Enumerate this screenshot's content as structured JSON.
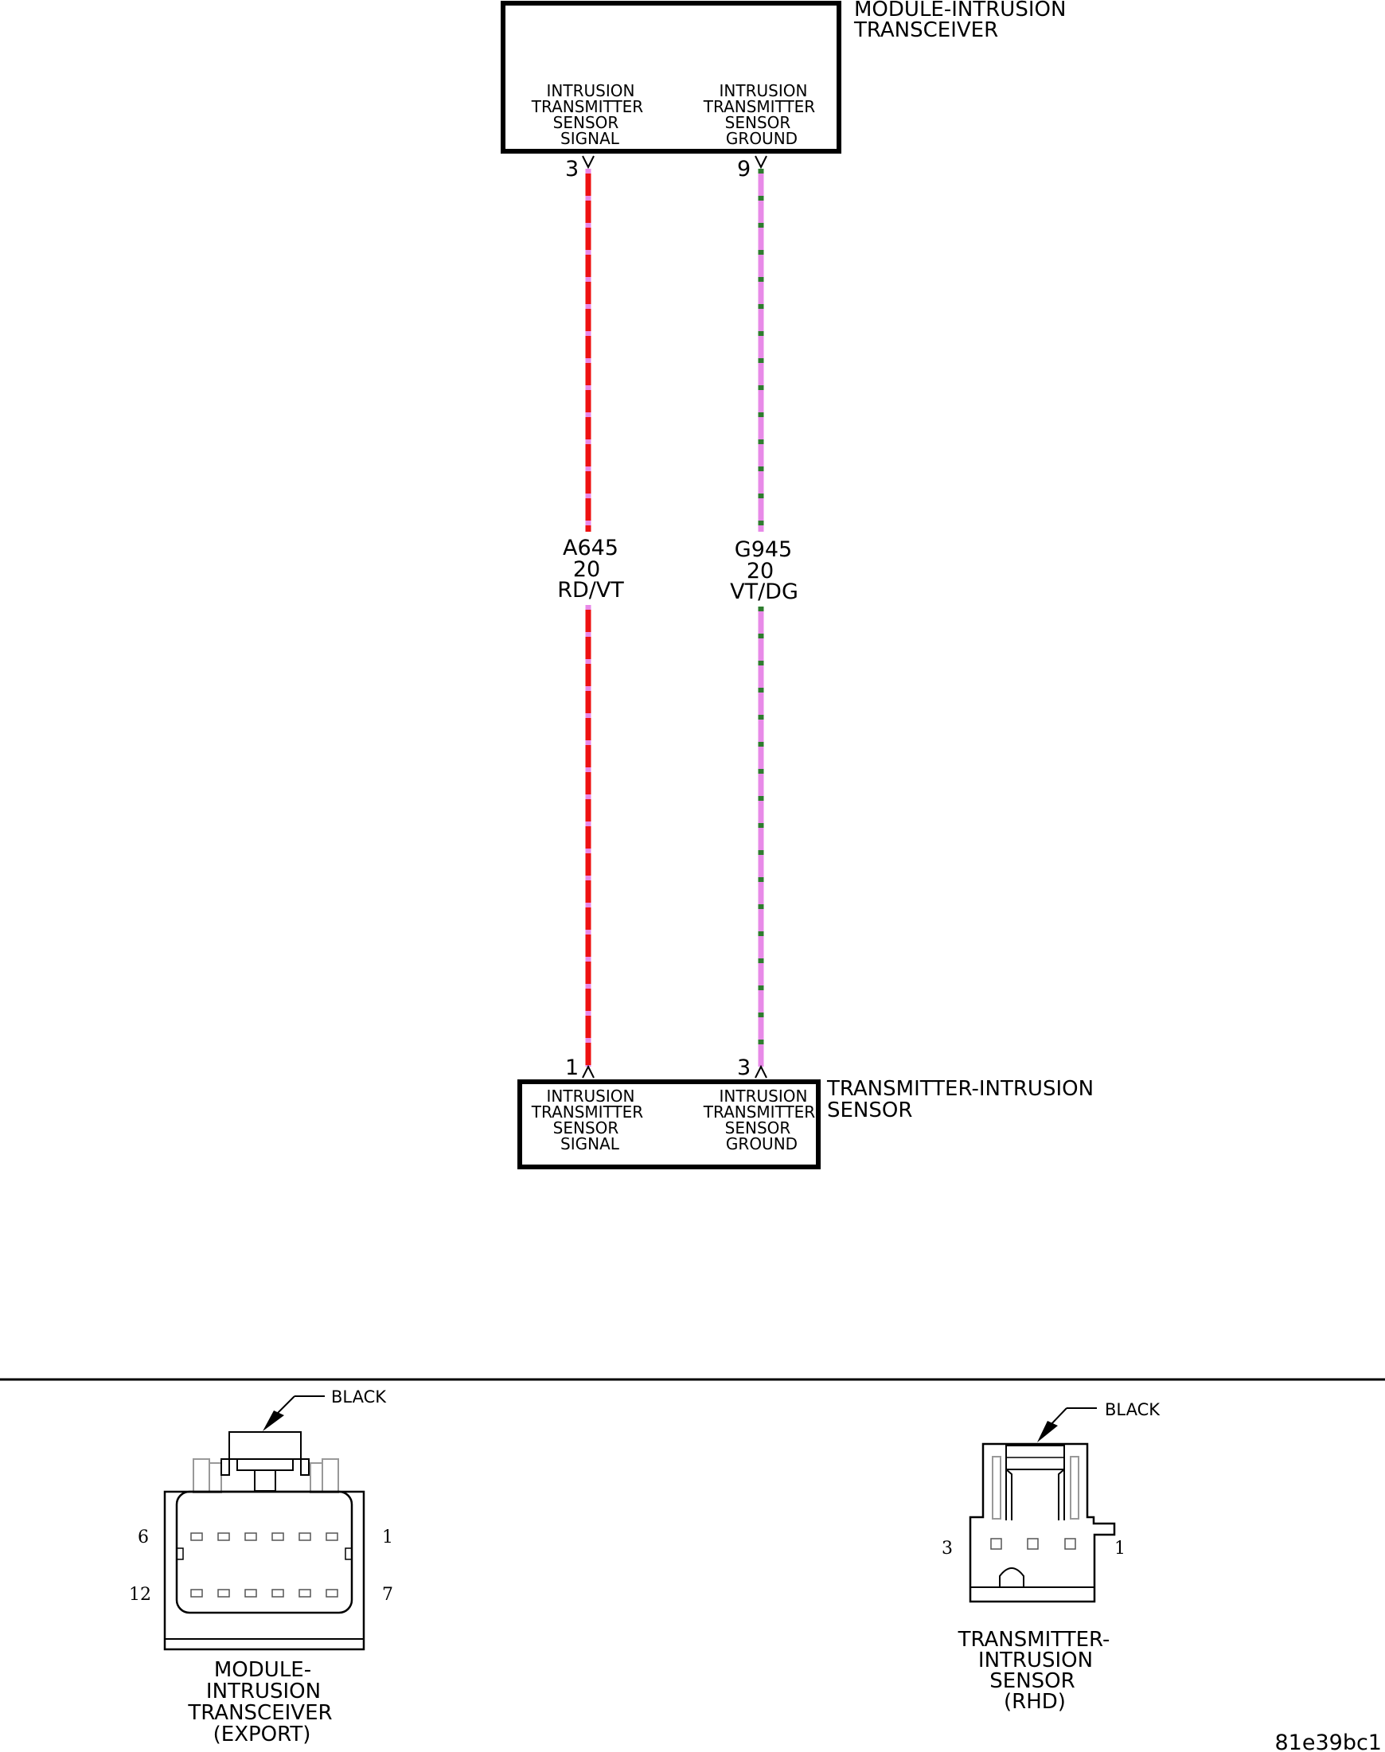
{
  "colors": {
    "wire_red": "#ee1111",
    "wire_violet": "#e88ae8",
    "wire_dark_green": "#2e7d2e"
  },
  "top_module": {
    "name_line1": "MODULE-INTRUSION",
    "name_line2": "TRANSCEIVER",
    "pins": [
      {
        "pin": "3",
        "label": [
          "INTRUSION",
          "TRANSMITTER",
          "SENSOR",
          "SIGNAL"
        ]
      },
      {
        "pin": "9",
        "label": [
          "INTRUSION",
          "TRANSMITTER",
          "SENSOR",
          "GROUND"
        ]
      }
    ]
  },
  "wires": [
    {
      "circuit": "A645",
      "gauge": "20",
      "color": "RD/VT",
      "stripe": "violet",
      "base": "red"
    },
    {
      "circuit": "G945",
      "gauge": "20",
      "color": "VT/DG",
      "stripe": "dark-green",
      "base": "violet"
    }
  ],
  "bottom_module": {
    "name_line1": "TRANSMITTER-INTRUSION",
    "name_line2": "SENSOR",
    "pins": [
      {
        "pin": "1",
        "label": [
          "INTRUSION",
          "TRANSMITTER",
          "SENSOR",
          "SIGNAL"
        ]
      },
      {
        "pin": "3",
        "label": [
          "INTRUSION",
          "TRANSMITTER",
          "SENSOR",
          "GROUND"
        ]
      }
    ]
  },
  "connector_left": {
    "color_label": "BLACK",
    "pin_tl": "6",
    "pin_tr": "1",
    "pin_bl": "12",
    "pin_br": "7",
    "caption": [
      "MODULE-",
      "INTRUSION",
      "TRANSCEIVER",
      "(EXPORT)"
    ]
  },
  "connector_right": {
    "color_label": "BLACK",
    "pin_l": "3",
    "pin_r": "1",
    "caption": [
      "TRANSMITTER-",
      "INTRUSION",
      "SENSOR",
      "(RHD)"
    ]
  },
  "figure_id": "81e39bc1"
}
